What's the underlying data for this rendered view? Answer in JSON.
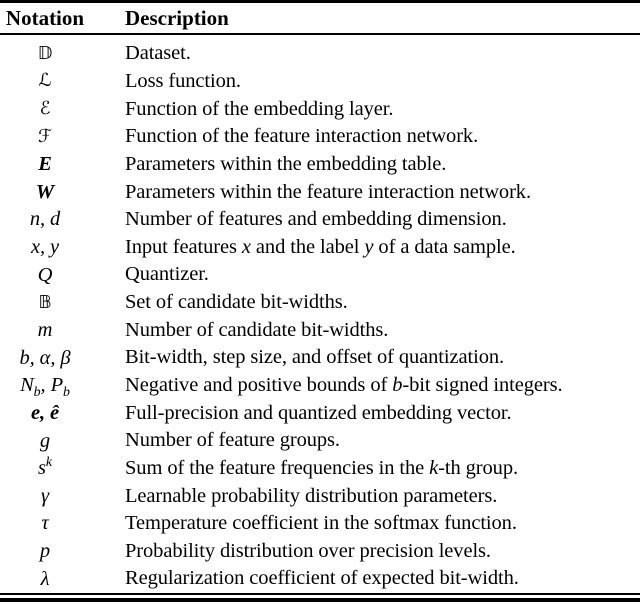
{
  "page": {
    "background_color": "#ffffff",
    "text_color": "#000000",
    "rule_color": "#000000"
  },
  "table": {
    "columns": [
      {
        "label": "Notation"
      },
      {
        "label": "Description"
      }
    ],
    "rows": [
      {
        "notation": "𝔻",
        "notation_style": "bb",
        "description": "Dataset."
      },
      {
        "notation": "ℒ",
        "notation_style": "cal",
        "description": "Loss function."
      },
      {
        "notation": "ℰ",
        "notation_style": "cal",
        "description": "Function of the embedding layer."
      },
      {
        "notation": "ℱ",
        "notation_style": "cal",
        "description": "Function of the feature interaction network."
      },
      {
        "notation": "E",
        "notation_style": "bi",
        "description": "Parameters within the embedding table."
      },
      {
        "notation": "W",
        "notation_style": "bi",
        "description": "Parameters within the feature interaction network."
      },
      {
        "notation": "n, d",
        "notation_style": "it",
        "description": "Number of features and embedding dimension."
      },
      {
        "notation": "x, y",
        "notation_style": "it",
        "description": "Input features $x$ and the label $y$ of a data sample."
      },
      {
        "notation": "Q",
        "notation_style": "it",
        "description": "Quantizer."
      },
      {
        "notation": "𝔹",
        "notation_style": "bb",
        "description": "Set of candidate bit-widths."
      },
      {
        "notation": "m",
        "notation_style": "it",
        "description": "Number of candidate bit-widths."
      },
      {
        "notation": "b, α, β",
        "notation_style": "it",
        "description": "Bit-width, step size, and offset of quantization."
      },
      {
        "notation": "N_b, P_b",
        "notation_style": "it",
        "description": "Negative and positive bounds of $b$-bit signed integers."
      },
      {
        "notation": "e, ê",
        "notation_style": "bi",
        "description": "Full-precision and quantized embedding vector."
      },
      {
        "notation": "g",
        "notation_style": "it",
        "description": "Number of feature groups."
      },
      {
        "notation": "s^k",
        "notation_style": "it",
        "description": "Sum of the feature frequencies in the $k$-th group."
      },
      {
        "notation": "γ",
        "notation_style": "it",
        "description": "Learnable probability distribution parameters."
      },
      {
        "notation": "τ",
        "notation_style": "it",
        "description": "Temperature coefficient in the softmax function."
      },
      {
        "notation": "p",
        "notation_style": "it",
        "description": "Probability distribution over precision levels."
      },
      {
        "notation": "λ",
        "notation_style": "it",
        "description": "Regularization coefficient of expected bit-width."
      }
    ]
  }
}
